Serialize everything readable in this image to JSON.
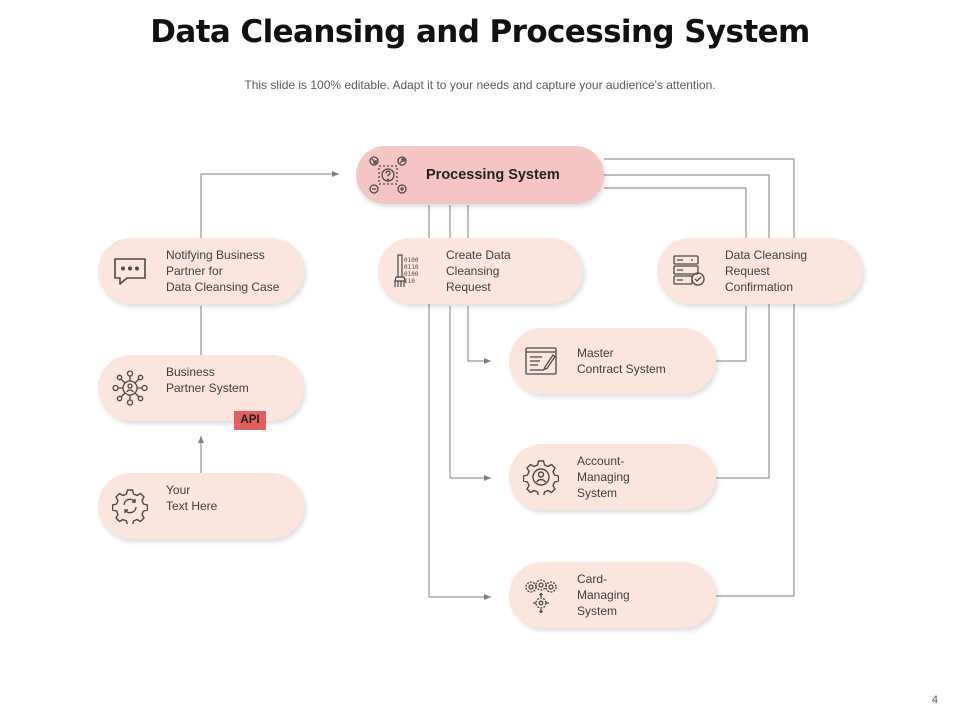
{
  "title": "Data Cleansing and Processing System",
  "subtitle": "This slide is 100% editable. Adapt it to your needs and capture your audience's attention.",
  "page_number": "4",
  "colors": {
    "node_fill": "#fce5dc",
    "main_node_fill": "#f5c5c3",
    "badge_fill": "#e06060",
    "connector": "#7f7f7f"
  },
  "nodes": {
    "processing": {
      "label": "Processing System",
      "icon": "process-question-icon"
    },
    "notifying": {
      "label": "Notifying Business\nPartner for\nData Cleansing Case",
      "icon": "chat-bubble-icon"
    },
    "business_partner": {
      "label": "Business\nPartner System",
      "icon": "network-person-icon"
    },
    "your_text": {
      "label": "Your\nText Here",
      "icon": "gear-refresh-icon"
    },
    "create_request": {
      "label": "Create Data\nCleansing\nRequest",
      "icon": "binary-brush-icon"
    },
    "confirmation": {
      "label": "Data Cleansing\nRequest\nConfirmation",
      "icon": "server-check-icon"
    },
    "master_contract": {
      "label": "Master\nContract System",
      "icon": "contract-pen-icon"
    },
    "account_managing": {
      "label": "Account-\nManaging\nSystem",
      "icon": "gear-user-icon"
    },
    "card_managing": {
      "label": "Card-\nManaging\nSystem",
      "icon": "gears-network-icon"
    }
  },
  "api_badge": "API"
}
